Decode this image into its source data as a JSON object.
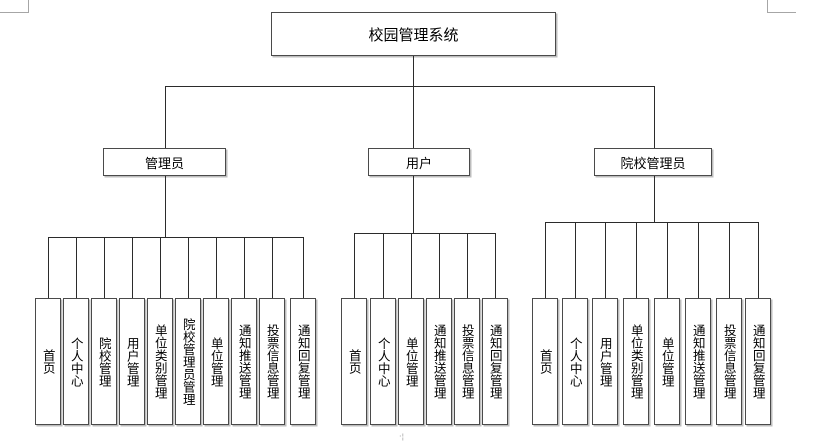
{
  "document": {
    "type": "organization-chart",
    "title": "校园管理系统",
    "page_marks": {
      "top_left": "margin-corner",
      "top_right": "margin-corner"
    },
    "artifact_glyph": "·¦"
  },
  "chart_data": {
    "type": "tree",
    "root": "校园管理系统",
    "levels": 3,
    "branches": [
      {
        "id": "admin",
        "label": "管理员",
        "leaves": [
          "首页",
          "个人中心",
          "院校管理",
          "用户管理",
          "单位类别管理",
          "院校管理员管理",
          "单位管理",
          "通知推送管理",
          "投票信息管理",
          "通知回复管理"
        ]
      },
      {
        "id": "user",
        "label": "用户",
        "leaves": [
          "首页",
          "个人中心",
          "单位管理",
          "通知推送管理",
          "投票信息管理",
          "通知回复管理"
        ]
      },
      {
        "id": "college-admin",
        "label": "院校管理员",
        "leaves": [
          "首页",
          "个人中心",
          "用户管理",
          "单位类别管理",
          "单位管理",
          "通知推送管理",
          "投票信息管理",
          "通知回复管理"
        ]
      }
    ]
  },
  "colors": {
    "box_border": "#4a4a4a",
    "box_shadow": "#bdbdbd",
    "line": "#2b2b2b",
    "background": "#ffffff",
    "margin_mark": "#a6a6a6"
  }
}
